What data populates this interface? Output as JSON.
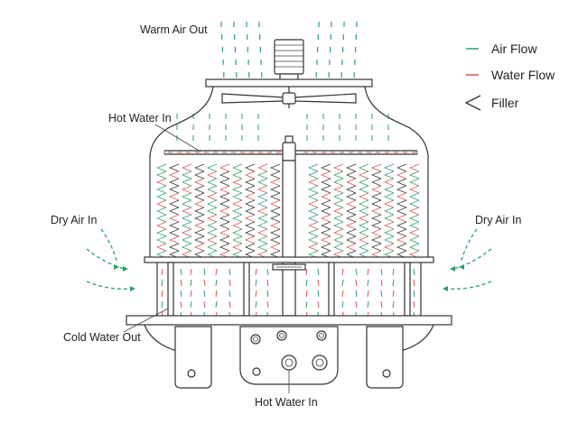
{
  "labels": {
    "warm_air_out": "Warm Air Out",
    "hot_water_in_top": "Hot Water In",
    "dry_air_in_left": "Dry Air In",
    "dry_air_in_right": "Dry Air In",
    "cold_water_out": "Cold Water Out",
    "hot_water_in_bottom": "Hot Water In"
  },
  "legend": [
    {
      "key": "air",
      "label": "Air Flow",
      "color": "#2f9e6e",
      "icon": "green-dash-icon"
    },
    {
      "key": "water",
      "label": "Water Flow",
      "color": "#d9534f",
      "icon": "red-dash-icon"
    },
    {
      "key": "filler",
      "label": "Filler",
      "color": "#333333",
      "icon": "chevron-left-icon"
    }
  ],
  "colors": {
    "air": "#2f9e6e",
    "water": "#d9534f",
    "line": "#333333"
  }
}
